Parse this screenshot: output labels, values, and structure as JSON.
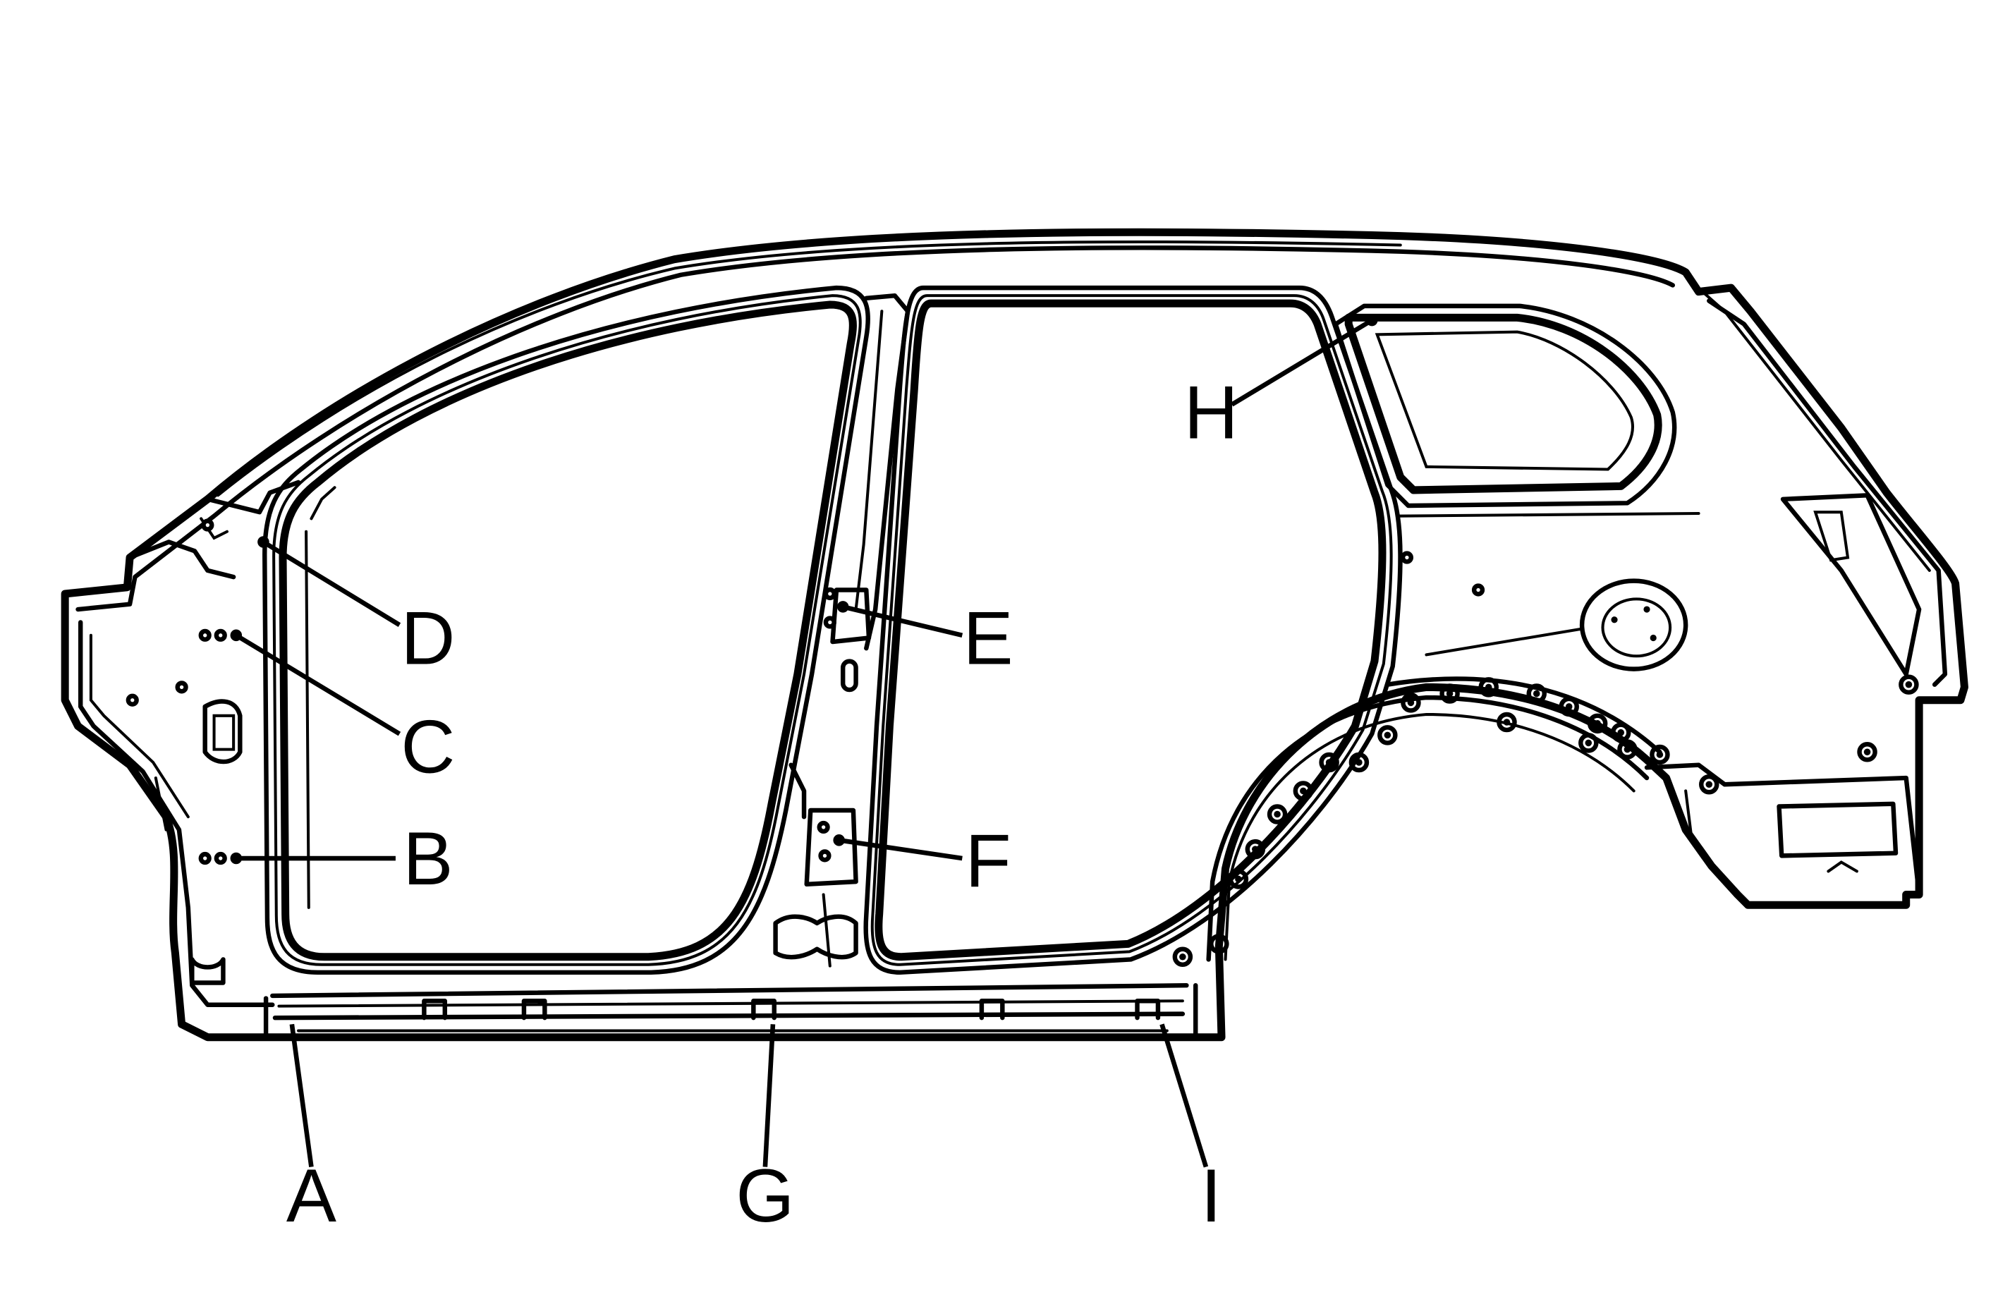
{
  "diagram": {
    "callouts": [
      {
        "id": "A",
        "label": "A"
      },
      {
        "id": "B",
        "label": "B"
      },
      {
        "id": "C",
        "label": "C"
      },
      {
        "id": "D",
        "label": "D"
      },
      {
        "id": "E",
        "label": "E"
      },
      {
        "id": "F",
        "label": "F"
      },
      {
        "id": "G",
        "label": "G"
      },
      {
        "id": "H",
        "label": "H"
      },
      {
        "id": "I",
        "label": "I"
      }
    ]
  }
}
